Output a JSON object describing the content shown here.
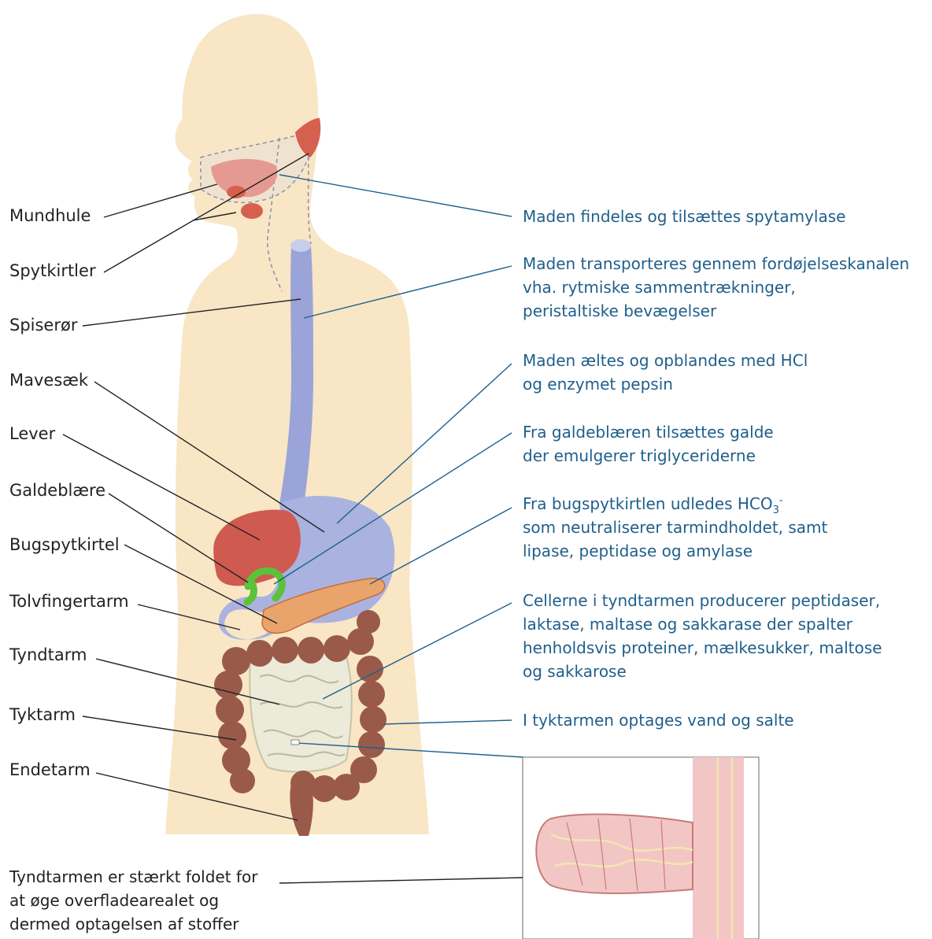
{
  "colors": {
    "body": "#f8e6c5",
    "esophagus": "#9aa4d8",
    "stomach": "#aab2df",
    "liver": "#cf5a50",
    "gallbladder": "#5cc23a",
    "pancreas": "#e8a46a",
    "colon": "#9a5a4a",
    "small_intestine": "#ecead8",
    "inset_pink": "#f3c6c6",
    "label_text": "#222222",
    "desc_text": "#1f5f8b",
    "leader_left": "#222222",
    "leader_right": "#1f5f8b"
  },
  "labels": {
    "mundhule": "Mundhule",
    "spytkirtler": "Spytkirtler",
    "spiseroer": "Spiserør",
    "mavesaek": "Mavesæk",
    "lever": "Lever",
    "galdeblaere": "Galdeblære",
    "bugspytkirtel": "Bugspytkirtel",
    "tolvfingertarm": "Tolvfingertarm",
    "tyndtarm": "Tyndtarm",
    "tyktarm": "Tyktarm",
    "endetarm": "Endetarm"
  },
  "descriptions": {
    "mouth": [
      "Maden findeles og tilsættes spytamylase"
    ],
    "esophagus": [
      "Maden transporteres gennem fordøjelseskanalen",
      "vha. rytmiske sammentrækninger,",
      "peristaltiske bevægelser"
    ],
    "stomach": [
      "Maden æltes og opblandes med HCl",
      "og enzymet pepsin"
    ],
    "gallbladder": [
      "Fra galdeblæren tilsættes galde",
      "der emulgerer triglyceriderne"
    ],
    "pancreas": {
      "line1_prefix": "Fra bugspytkirtlen udledes HCO",
      "line1_sub": "3",
      "line1_sup": "-",
      "line2": "som neutraliserer tarmindholdet, samt",
      "line3": "lipase, peptidase og amylase"
    },
    "small_intestine": [
      "Cellerne i tyndtarmen producerer peptidaser,",
      "laktase, maltase og sakkarase der spalter",
      "henholdsvis proteiner, mælkesukker, maltose",
      "og sakkarose"
    ],
    "large_intestine": [
      "I tyktarmen optages vand og salte"
    ]
  },
  "note": [
    "Tyndtarmen er stærkt foldet for",
    "at øge overfladearealet og",
    "dermed optagelsen af stoffer"
  ]
}
